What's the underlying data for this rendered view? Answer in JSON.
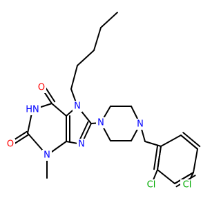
{
  "colors": {
    "bond": "#000000",
    "carbon": "#000000",
    "nitrogen": "#0000ff",
    "oxygen": "#ff0000",
    "chlorine": "#00aa00",
    "background": "#ffffff"
  },
  "atom_labels": {
    "o_upper": "O",
    "o_lower": "O",
    "nh": "HN",
    "n1": "N",
    "n3": "N",
    "n7": "N",
    "n9": "N",
    "pip_n_left": "N",
    "pip_n_right": "N",
    "cl_left": "Cl",
    "cl_right": "Cl"
  }
}
